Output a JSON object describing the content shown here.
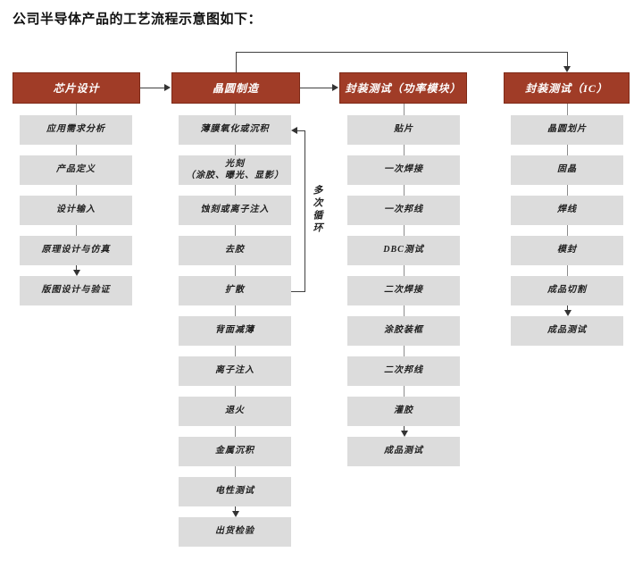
{
  "title": "公司半导体产品的工艺流程示意图如下：",
  "loop_label": "多次循环",
  "colors": {
    "header_bg": "#A03C27",
    "header_text": "#FFFFFF",
    "step_bg": "#DCDCDC",
    "step_text": "#1F1F1F",
    "connector": "#8C8C8C",
    "route": "#404040"
  },
  "columns": [
    {
      "id": "chip-design",
      "header": "芯片设计",
      "steps": [
        "应用需求分析",
        "产品定义",
        "设计输入",
        "原理设计与仿真",
        "版图设计与验证"
      ]
    },
    {
      "id": "wafer-fab",
      "header": "晶圆制造",
      "steps": [
        "薄膜氧化或沉积",
        "光刻\n（涂胶、曝光、显影）",
        "蚀刻或离子注入",
        "去胶",
        "扩散",
        "背面减薄",
        "离子注入",
        "退火",
        "金属沉积",
        "电性测试",
        "出货检验"
      ]
    },
    {
      "id": "package-test-power-module",
      "header": "封装测试（功率模块）",
      "steps": [
        "贴片",
        "一次焊接",
        "一次邦线",
        "DBC测试",
        "二次焊接",
        "涂胶装框",
        "二次邦线",
        "灌胶",
        "成品测试"
      ]
    },
    {
      "id": "package-test-ic",
      "header": "封装测试（IC）",
      "steps": [
        "晶圆划片",
        "固晶",
        "焊线",
        "模封",
        "成品切割",
        "成品测试"
      ]
    }
  ]
}
